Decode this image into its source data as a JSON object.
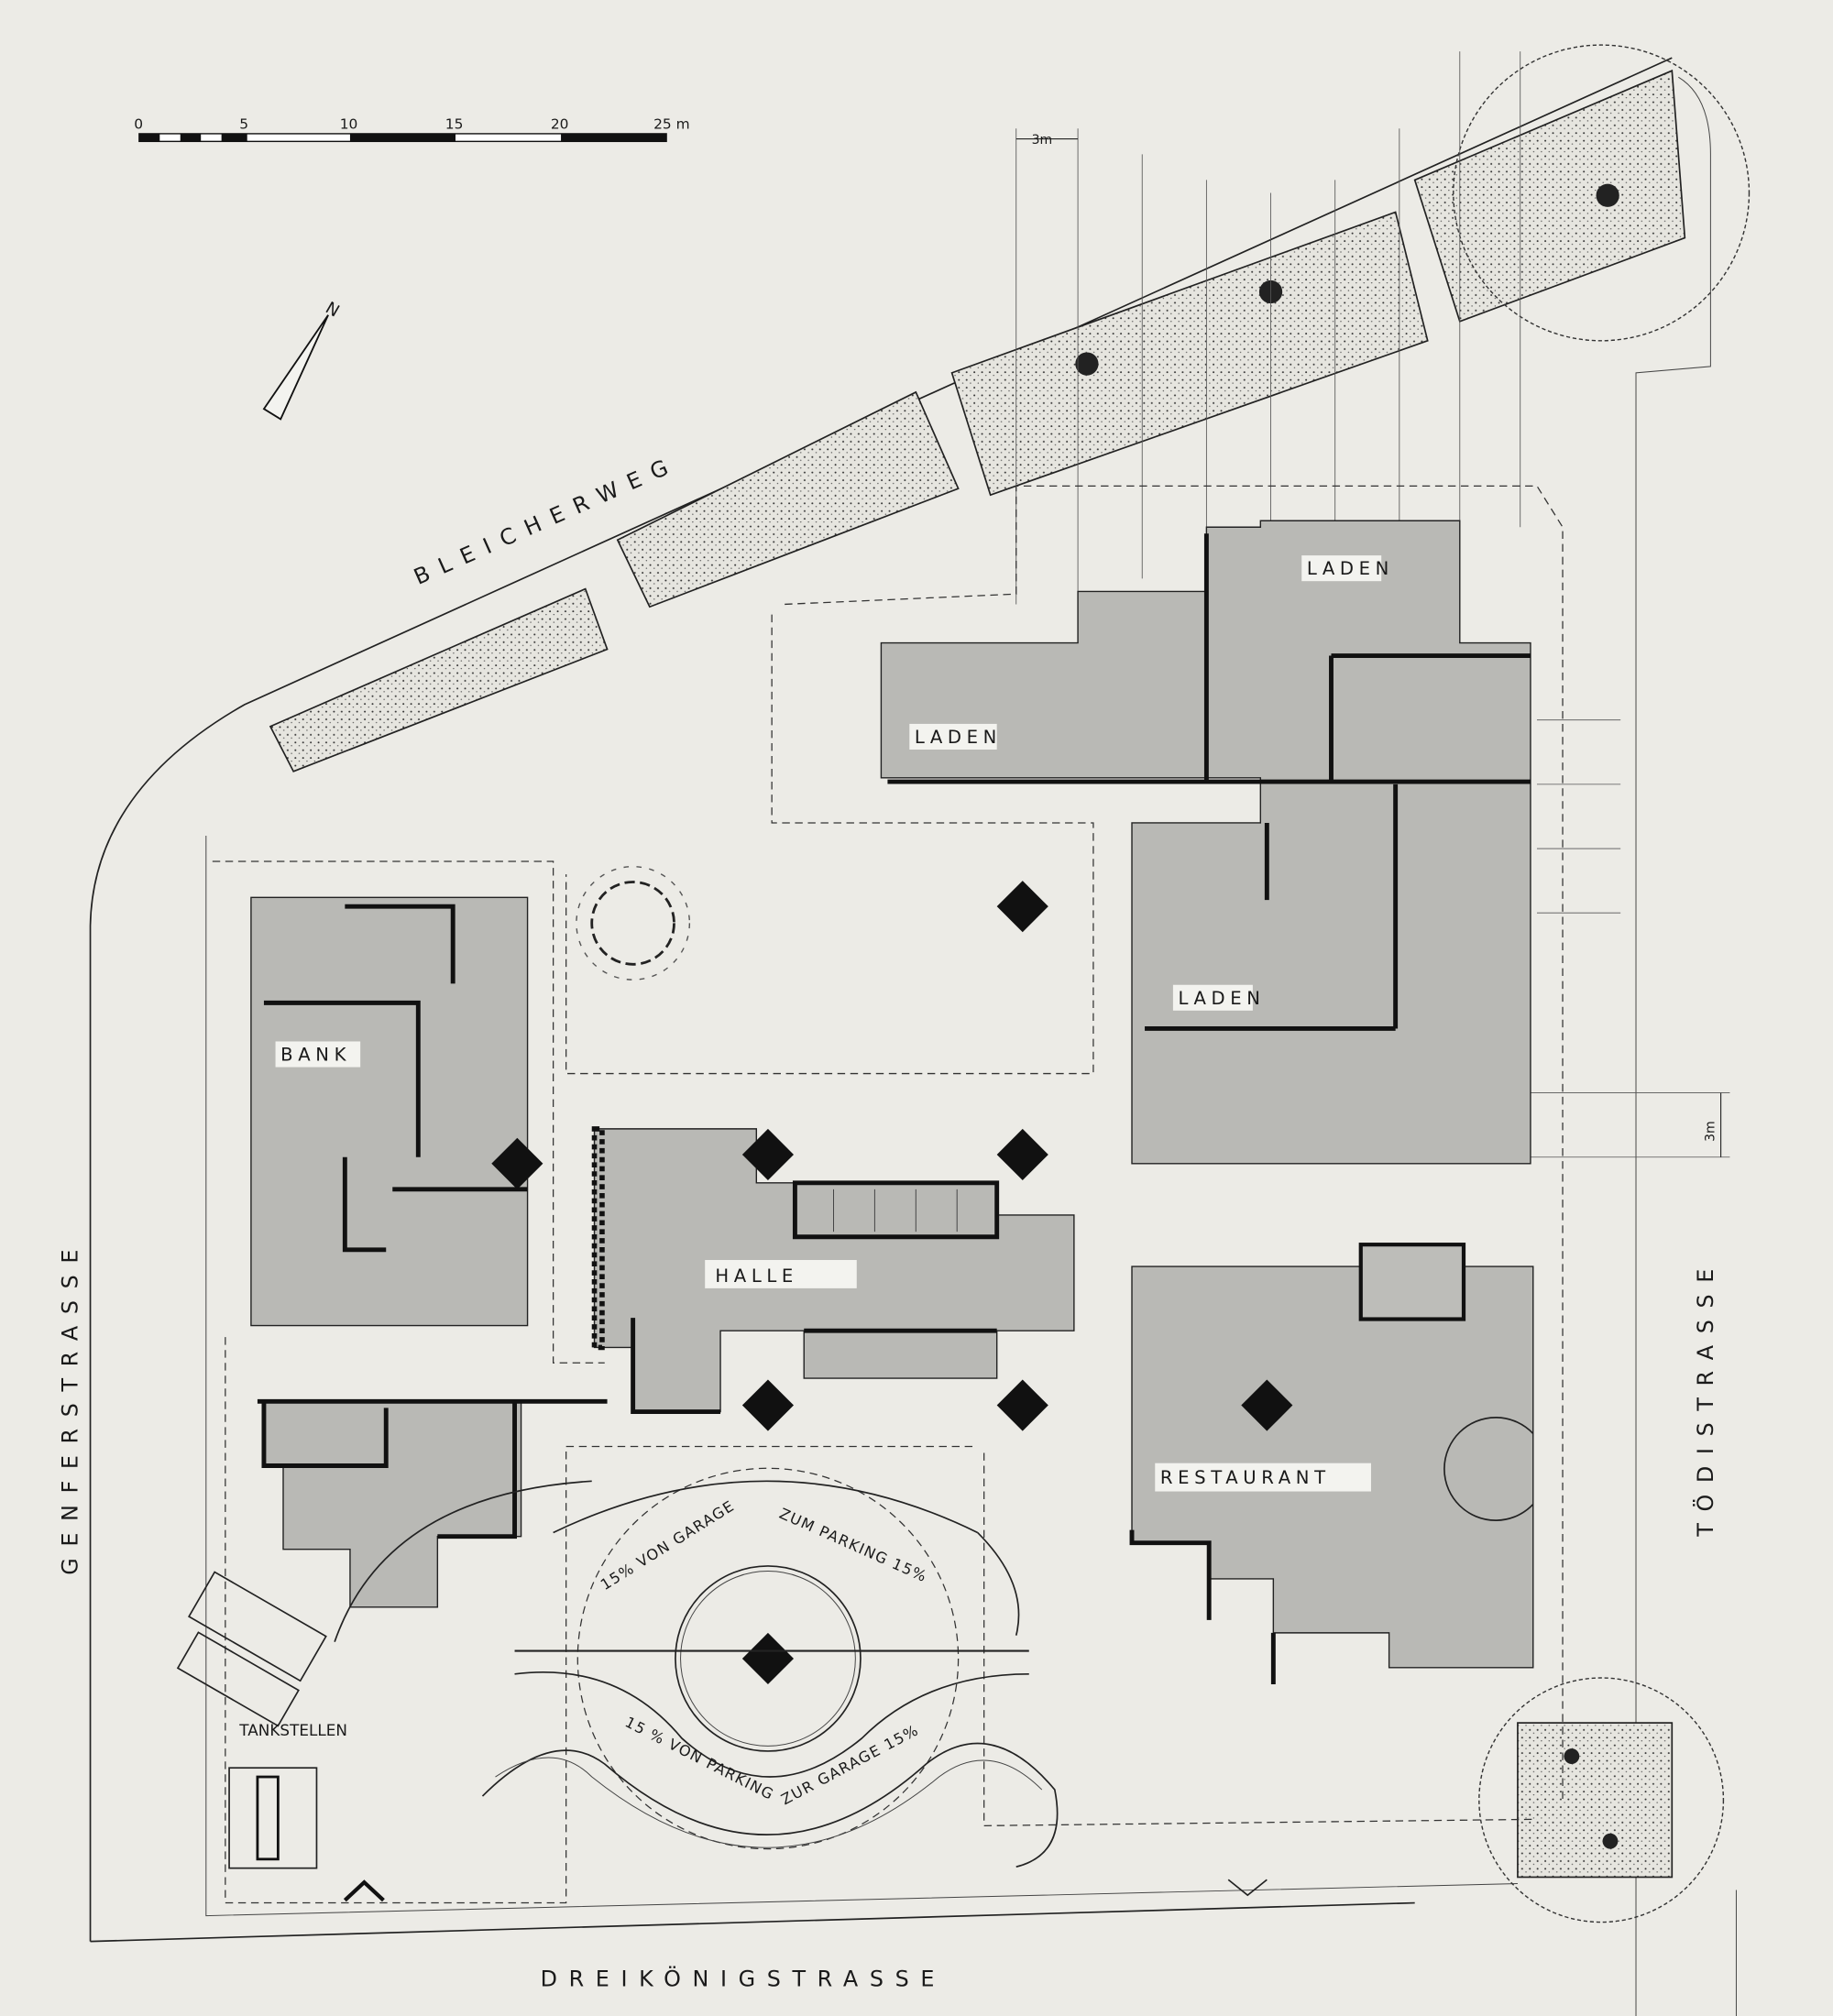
{
  "scale_bar": {
    "ticks": [
      "0",
      "5",
      "10",
      "15",
      "20"
    ],
    "end_label": "25 m"
  },
  "north_arrow": {
    "label": "N"
  },
  "streets": {
    "north": "BLEICHERWEG",
    "west": "GENFERSTRASSE",
    "east": "TÖDISTRASSE",
    "south": "DREIKÖNIGSTRASSE"
  },
  "rooms": {
    "laden_top": "LADEN",
    "laden_left": "LADEN",
    "laden_mid": "LADEN",
    "bank": "BANK",
    "halle": "HALLE",
    "restaurant": "RESTAURANT",
    "tankstellen": "TANKSTELLEN"
  },
  "dimensions": {
    "grid_top": "3m",
    "grid_right": "3m"
  },
  "ramps": {
    "upper_left": "15% VON GARAGE",
    "upper_right": "ZUM PARKING 15%",
    "lower_left": "15 % VON PARKING",
    "lower_right": "ZUR GARAGE 15%"
  },
  "colors": {
    "paper": "#ecebe6",
    "building_fill": "#b9b9b5",
    "ink": "#111111"
  }
}
